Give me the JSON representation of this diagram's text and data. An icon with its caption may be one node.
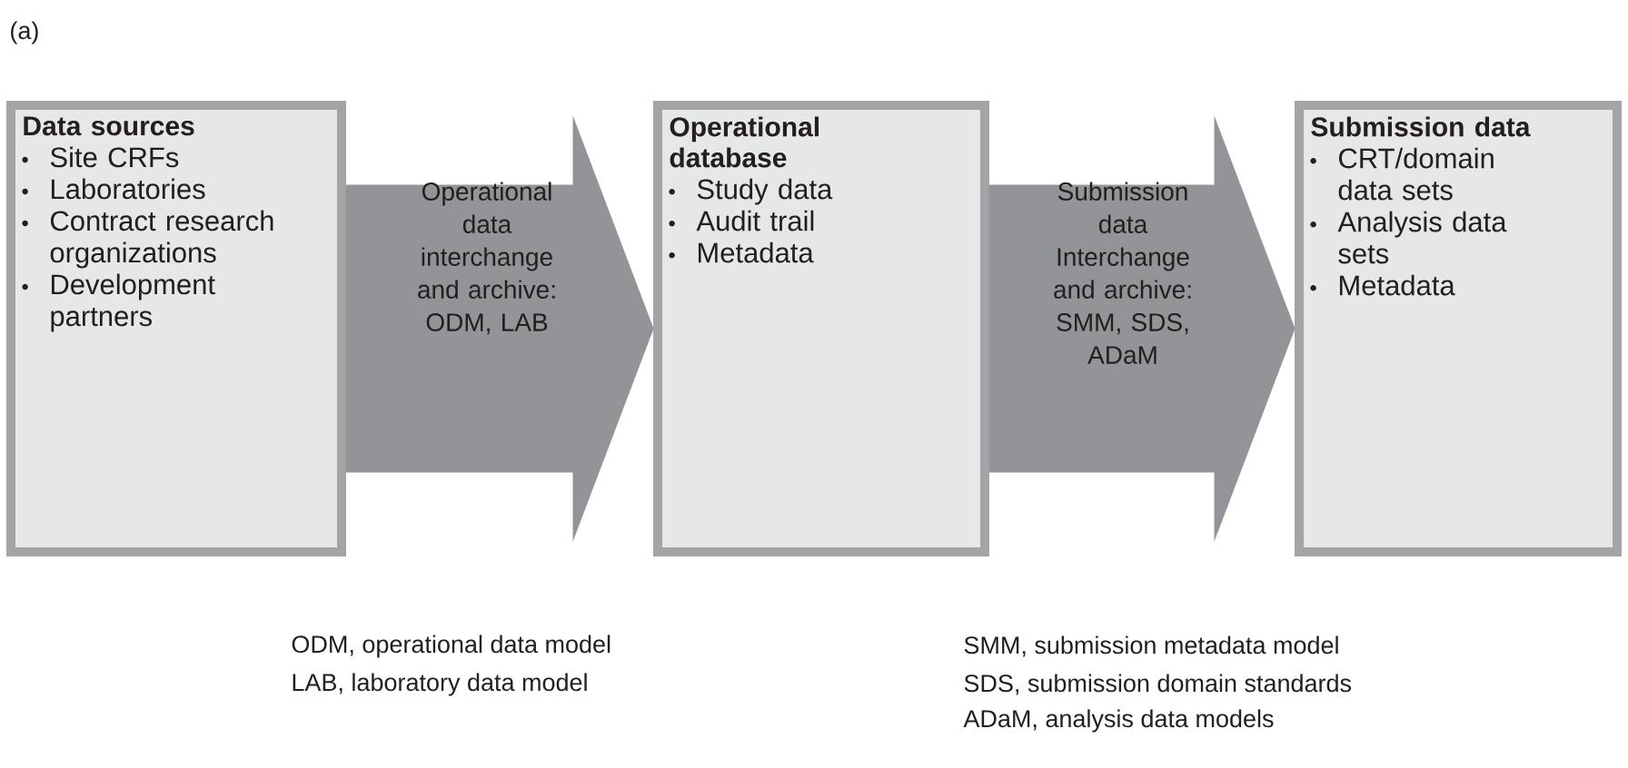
{
  "diagram": {
    "nodes": [
      {
        "text": [
          "Data sources",
          "Site CRFs",
          "Laboratories",
          "Contract research organizations",
          "Development partners"
        ]
      },
      {
        "text": [
          "Operational database",
          "Study data",
          "Audit trail",
          "Metadata"
        ]
      },
      {
        "text": [
          "Submission data",
          "CRT/domain data sets",
          "Analysis data sets",
          "Metadata"
        ]
      }
    ],
    "edges": [
      {
        "from": 0,
        "to": 1,
        "arrow": "to",
        "label": "Operational data interchange and archive: ODM, LAB"
      },
      {
        "from": 1,
        "to": 2,
        "arrow": "to",
        "label": "Submission data Interchange and archive: SMM, SDS, ADaM"
      }
    ],
    "labels": [
      "(a)",
      "ODM, operational data model",
      "LAB, laboratory data model",
      "SMM, submission metadata model",
      "SDS, submission domain standards",
      "ADaM, analysis data models"
    ]
  }
}
